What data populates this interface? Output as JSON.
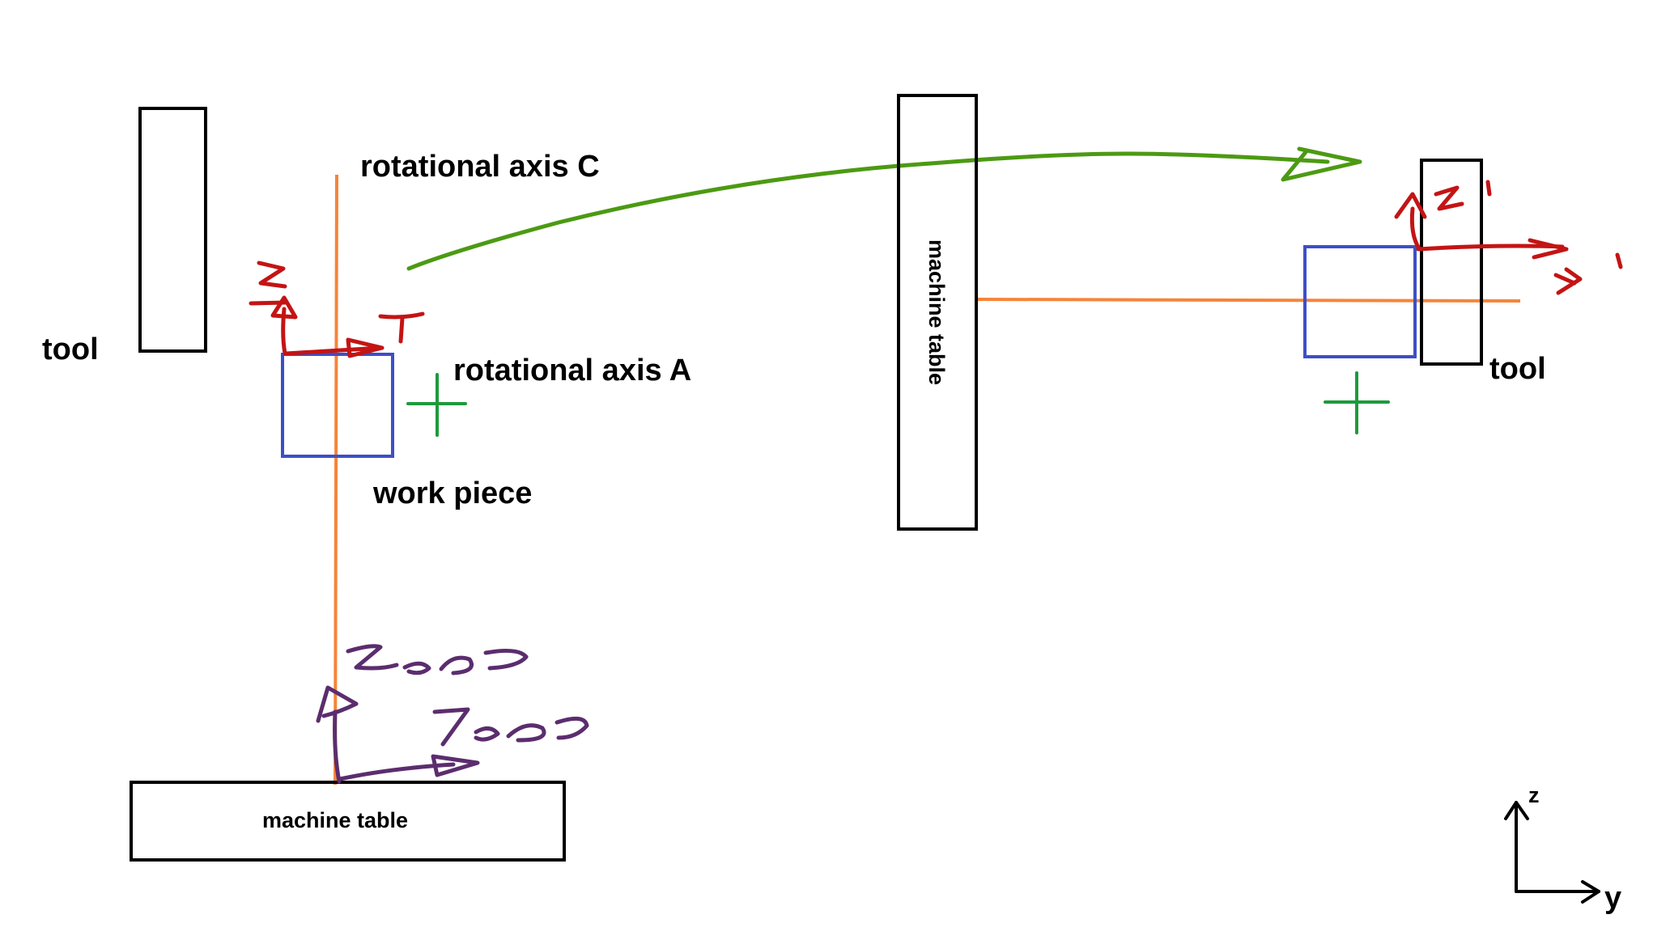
{
  "labels": {
    "tool_left": "tool",
    "rot_axis_c": "rotational axis C",
    "rot_axis_a": "rotational axis A",
    "work_piece": "work piece",
    "machine_table_left": "machine table",
    "machine_table_right": "machine table",
    "tool_right": "tool",
    "axis_z": "z",
    "axis_y": "y"
  },
  "colors": {
    "outline": "#000000",
    "axis_line": "#f5843a",
    "work_piece": "#3d4fc6",
    "marker": "#1e9a3c",
    "arrow_green": "#4c9a13",
    "local_axes": "#c41414",
    "abs_axes": "#5b2d6e"
  }
}
